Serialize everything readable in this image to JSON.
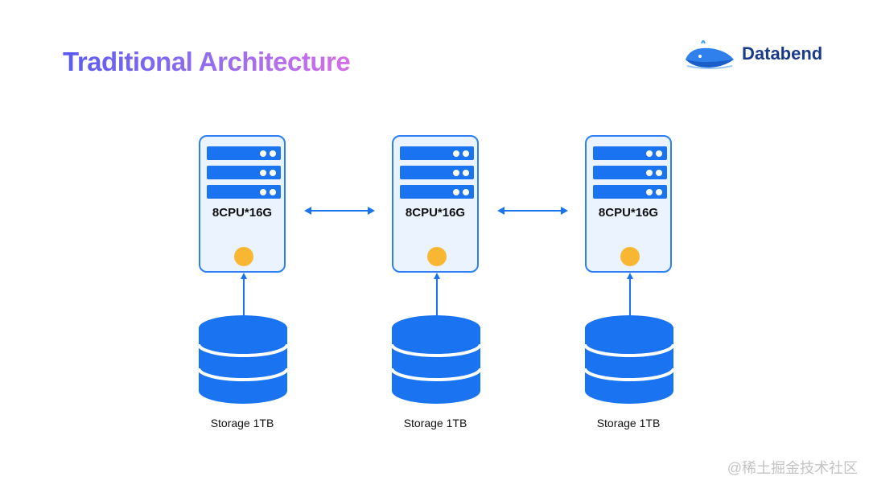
{
  "title": "Traditional Architecture",
  "brand": {
    "name": "Databend",
    "logo_icon": "whale-icon"
  },
  "nodes": [
    {
      "spec": "8CPU*16G",
      "storage": "Storage 1TB"
    },
    {
      "spec": "8CPU*16G",
      "storage": "Storage 1TB"
    },
    {
      "spec": "8CPU*16G",
      "storage": "Storage 1TB"
    }
  ],
  "watermark": "@稀土掘金技术社区",
  "colors": {
    "primary": "#1a73f0",
    "server_border": "#2e7ff6",
    "server_fill": "#eaf3ff",
    "power_led": "#f7b733",
    "brand_text": "#1a3a8a"
  }
}
